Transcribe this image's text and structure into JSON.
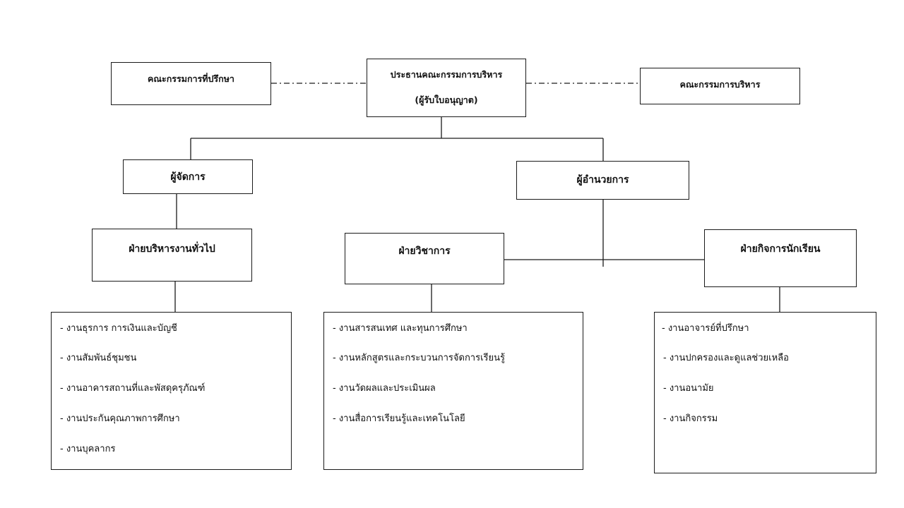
{
  "board_advisors": "คณะกรรมการที่ปรึกษา",
  "chairman": {
    "line1": "ประธานคณะกรรมการบริหาร",
    "line2": "(ผู้รับใบอนุญาต)"
  },
  "board_exec": "คณะกรรมการบริหาร",
  "manager": "ผู้จัดการ",
  "director": "ผู้อำนวยการ",
  "departments": {
    "general": "ฝ่ายบริหารงานทั่วไป",
    "academic": "ฝ่ายวิชาการ",
    "student": "ฝ่ายกิจการนักเรียน"
  },
  "tasks": {
    "general": [
      "-  งานธุรการ การเงินและบัญชี",
      "-  งานสัมพันธ์ชุมชน",
      "-  งานอาคารสถานที่และพัสดุครุภัณฑ์",
      "-  งานประกันคุณภาพการศึกษา",
      "-  งานบุคลากร"
    ],
    "academic": [
      "-  งานสารสนเทศ และทุนการศึกษา",
      "-  งานหลักสูตรและกระบวนการจัดการเรียนรู้",
      "-  งานวัดผลและประเมินผล",
      "-  งานสื่อการเรียนรู้และเทคโนโลยี"
    ],
    "student": [
      "- งานอาจารย์ที่ปรึกษา",
      "-  งานปกครองและดูแลช่วยเหลือ",
      "-  งานอนามัย",
      "-  งานกิจกรรม"
    ]
  }
}
